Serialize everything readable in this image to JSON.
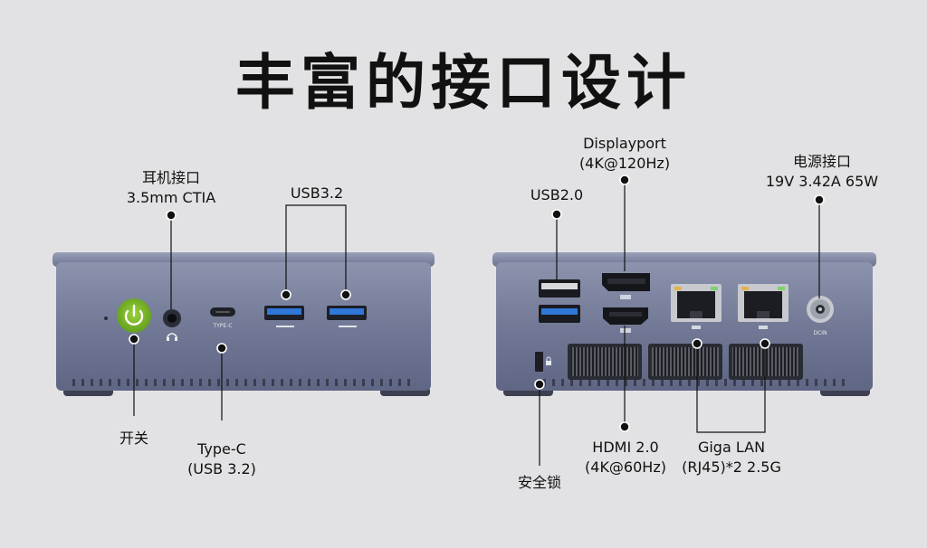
{
  "title": "丰富的接口设计",
  "front": {
    "headphone": {
      "line1": "耳机接口",
      "line2": "3.5mm CTIA"
    },
    "usb32": "USB3.2",
    "typec": {
      "line1": "Type-C",
      "line2": "(USB 3.2)"
    },
    "power": "开关",
    "port_print_typec": "TYPE-C"
  },
  "back": {
    "usb20": "USB2.0",
    "displayport": {
      "line1": "Displayport",
      "line2": "(4K@120Hz)"
    },
    "dcin": {
      "line1": "电源接口",
      "line2": "19V 3.42A 65W"
    },
    "hdmi": {
      "line1": "HDMI 2.0",
      "line2": "(4K@60Hz)"
    },
    "lan": {
      "line1": "Giga LAN",
      "line2": "(RJ45)*2 2.5G"
    },
    "lock": "安全锁",
    "port_print_dcin": "DCIN"
  },
  "colors": {
    "background": "#e2e2e4",
    "chassis": "#737a96",
    "power_button": "#7fbf2a",
    "usb3_blue": "#2f78d8"
  }
}
